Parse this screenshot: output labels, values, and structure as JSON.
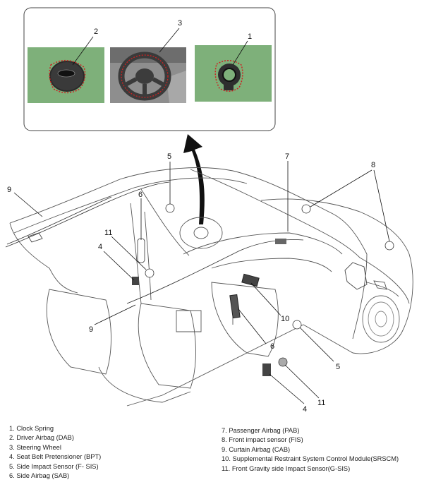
{
  "callouts": {
    "inset_2": "2",
    "inset_3": "3",
    "inset_1": "1",
    "n5_top": "5",
    "n7": "7",
    "n8": "8",
    "n9_top": "9",
    "n6_top": "6",
    "n11_top": "11",
    "n4_top": "4",
    "n9_bottom": "9",
    "n10": "10",
    "n6_bottom": "6",
    "n5_bottom": "5",
    "n4_bottom": "4",
    "n11_bottom": "11"
  },
  "legend": {
    "left": [
      "1. Clock Spring",
      "2. Driver Airbag (DAB)",
      "3. Steering Wheel",
      "4. Seat Belt Pretensioner (BPT)",
      "5. Side Impact Sensor (F- SIS)",
      "6. Side Airbag (SAB)"
    ],
    "right": [
      "7. Passenger Airbag (PAB)",
      "8. Front impact sensor (FIS)",
      "9. Curtain Airbag (CAB)",
      "10. Supplemental Restraint System Control Module(SRSCM)",
      "11. Front Gravity side Impact Sensor(G-SIS)"
    ]
  },
  "colors": {
    "photo_green": "#7eb07a",
    "highlight_red": "#cc2222",
    "line": "#555555"
  }
}
